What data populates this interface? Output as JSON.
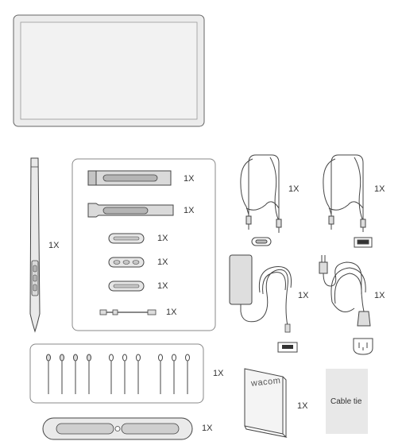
{
  "items": {
    "tablet": {},
    "pen": {
      "qty": "1X"
    },
    "pen_case_items": [
      {
        "name": "pen-case",
        "qty": "1X"
      },
      {
        "name": "pen-case-open",
        "qty": "1X"
      },
      {
        "name": "nib-holder-a",
        "qty": "1X"
      },
      {
        "name": "nib-holder-b",
        "qty": "1X"
      },
      {
        "name": "nib-holder-c",
        "qty": "1X"
      },
      {
        "name": "nib-removal-tool",
        "qty": "1X"
      }
    ],
    "usb_c_cable": {
      "qty": "1X"
    },
    "usb_a_cable": {
      "qty": "1X"
    },
    "power_adapter": {
      "qty": "1X"
    },
    "power_cord": {
      "qty": "1X"
    },
    "replacement_nibs": {
      "qty": "1X"
    },
    "pen_stand": {
      "qty": "1X"
    },
    "quick_start_guide": {
      "logo": "wacom",
      "qty": "1X"
    },
    "cable_tie": {
      "label": "Cable tie"
    }
  },
  "colors": {
    "stroke": "#444444",
    "fill_light": "#e6e6e6",
    "fill_mid": "#cfcfcf",
    "tablet_border": "#c9c9c9"
  }
}
